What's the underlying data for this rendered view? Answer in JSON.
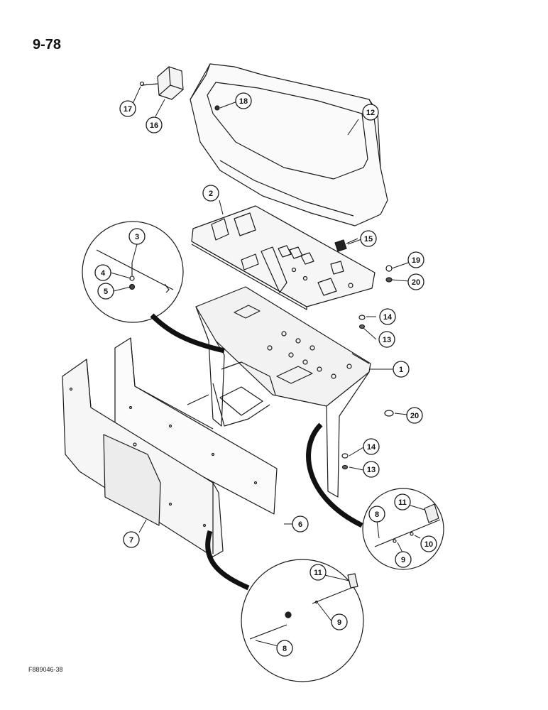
{
  "page": {
    "number": "9-78",
    "figure_code": "F889046-38"
  },
  "callouts": {
    "c1": "1",
    "c2": "2",
    "c3": "3",
    "c4": "4",
    "c5": "5",
    "c6": "6",
    "c7": "7",
    "c8a": "8",
    "c8b": "8",
    "c9a": "9",
    "c9b": "9",
    "c10": "10",
    "c11a": "11",
    "c11b": "11",
    "c12": "12",
    "c13a": "13",
    "c13b": "13",
    "c14a": "14",
    "c14b": "14",
    "c15": "15",
    "c16": "16",
    "c17": "17",
    "c18": "18",
    "c19": "19",
    "c20a": "20",
    "c20b": "20"
  },
  "colors": {
    "line": "#1a1a1a",
    "panel": "#f4f4f4",
    "dark": "#111111"
  }
}
